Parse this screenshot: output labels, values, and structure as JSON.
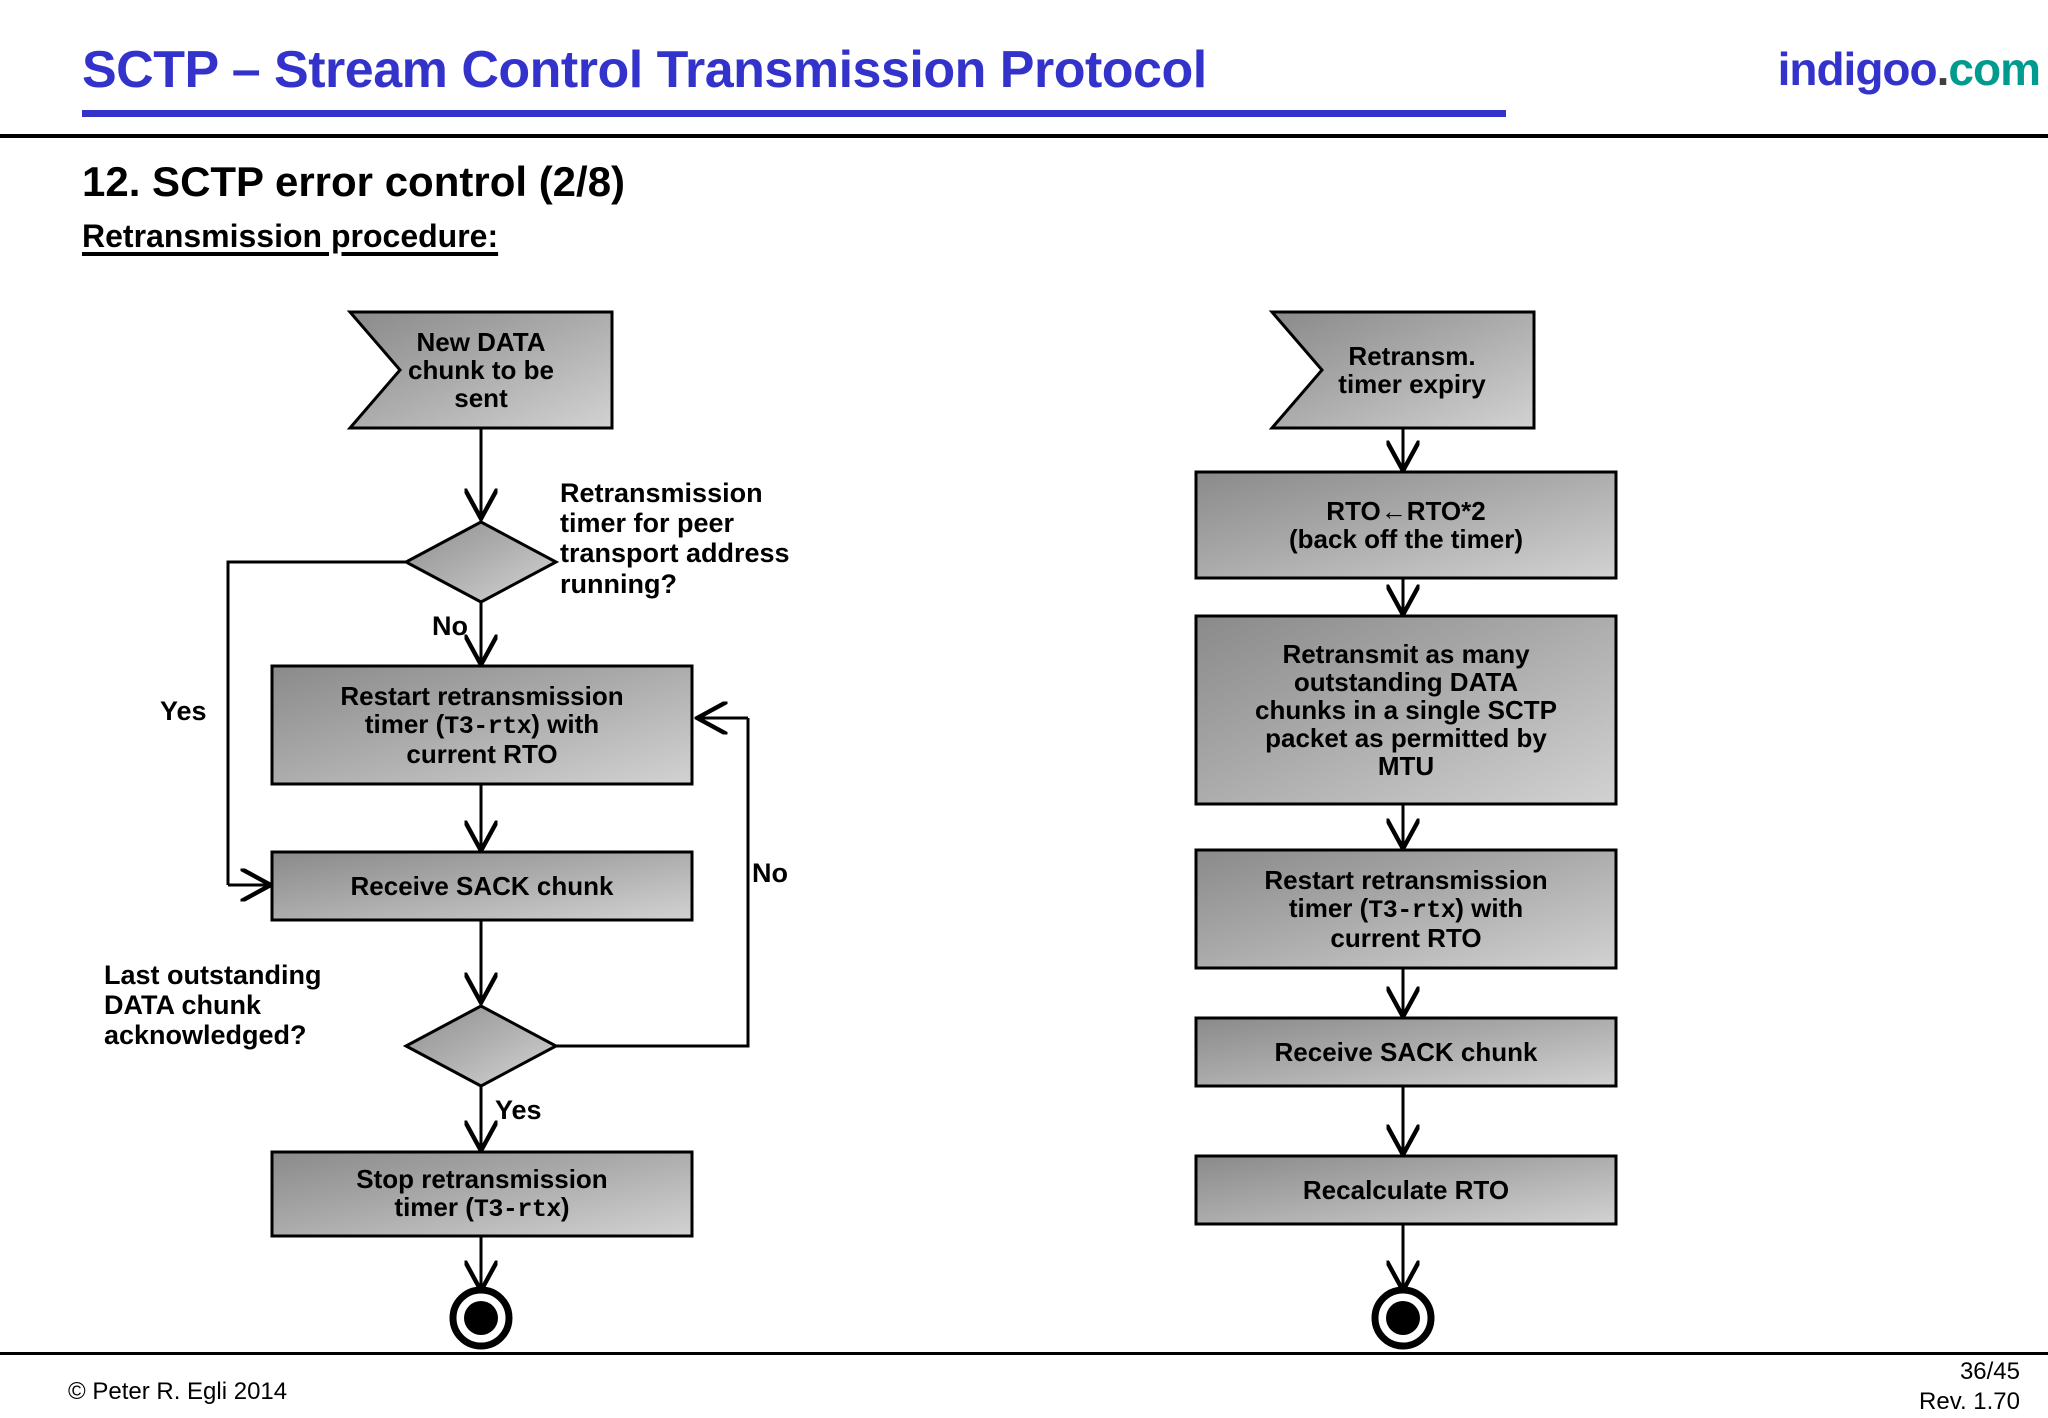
{
  "header": {
    "title": "SCTP – Stream Control Transmission Protocol",
    "brand": {
      "name": "indigoo",
      "dot": ".",
      "tld": "com"
    },
    "title_color": "#3333cc",
    "brand_tld_color": "#009a8f"
  },
  "section": {
    "title": "12. SCTP error control (2/8)",
    "subtitle": "Retransmission procedure:"
  },
  "footer": {
    "copyright": "© Peter R. Egli 2014",
    "page": "36/45",
    "revision": "Rev. 1.70"
  },
  "chart_data": {
    "type": "diagram",
    "title": "Retransmission procedure",
    "flows": [
      {
        "id": "left-flow",
        "name": "new-data-chunk-flow",
        "nodes": [
          {
            "id": "L1",
            "shape": "signal-receipt",
            "text": "New DATA chunk to be sent"
          },
          {
            "id": "L2",
            "shape": "decision",
            "text": "",
            "note": "Retransmission timer for peer transport address running?"
          },
          {
            "id": "L3",
            "shape": "process",
            "text_parts": [
              "Restart retransmission timer (",
              "T3-rtx",
              ") with current RTO"
            ],
            "text": "Restart retransmission timer (T3-rtx) with current RTO"
          },
          {
            "id": "L4",
            "shape": "process",
            "text": "Receive SACK chunk"
          },
          {
            "id": "L5",
            "shape": "decision",
            "text": "",
            "note": "Last outstanding DATA chunk acknowledged?"
          },
          {
            "id": "L6",
            "shape": "process",
            "text_parts": [
              "Stop retransmission timer (",
              "T3-rtx",
              ")"
            ],
            "text": "Stop retransmission timer (T3-rtx)"
          },
          {
            "id": "L7",
            "shape": "end-node",
            "text": ""
          }
        ],
        "edges": [
          {
            "from": "L1",
            "to": "L2",
            "label": ""
          },
          {
            "from": "L2",
            "to": "L3",
            "label": "No"
          },
          {
            "from": "L2",
            "to": "L4",
            "label": "Yes"
          },
          {
            "from": "L3",
            "to": "L4",
            "label": ""
          },
          {
            "from": "L4",
            "to": "L5",
            "label": ""
          },
          {
            "from": "L5",
            "to": "L3",
            "label": "No"
          },
          {
            "from": "L5",
            "to": "L6",
            "label": "Yes"
          },
          {
            "from": "L6",
            "to": "L7",
            "label": ""
          }
        ]
      },
      {
        "id": "right-flow",
        "name": "retransmission-timer-expiry-flow",
        "nodes": [
          {
            "id": "R1",
            "shape": "signal-receipt",
            "text": "Retransm. timer expiry"
          },
          {
            "id": "R2",
            "shape": "process",
            "text": "RTO←RTO*2 (back off the timer)"
          },
          {
            "id": "R3",
            "shape": "process",
            "text": "Retransmit as many outstanding DATA chunks in a single SCTP packet as permitted by MTU"
          },
          {
            "id": "R4",
            "shape": "process",
            "text_parts": [
              "Restart retransmission timer (",
              "T3-rtx",
              ") with current RTO"
            ],
            "text": "Restart retransmission timer (T3-rtx) with current RTO"
          },
          {
            "id": "R5",
            "shape": "process",
            "text": "Receive SACK chunk"
          },
          {
            "id": "R6",
            "shape": "process",
            "text": "Recalculate RTO"
          },
          {
            "id": "R7",
            "shape": "end-node",
            "text": ""
          }
        ],
        "edges": [
          {
            "from": "R1",
            "to": "R2",
            "label": ""
          },
          {
            "from": "R2",
            "to": "R3",
            "label": ""
          },
          {
            "from": "R3",
            "to": "R4",
            "label": ""
          },
          {
            "from": "R4",
            "to": "R5",
            "label": ""
          },
          {
            "from": "R5",
            "to": "R6",
            "label": ""
          },
          {
            "from": "R6",
            "to": "R7",
            "label": ""
          }
        ]
      }
    ]
  },
  "left_flow": {
    "start": {
      "line1": "New DATA",
      "line2": "chunk to be",
      "line3": "sent"
    },
    "decision1_note": {
      "line1": "Retransmission",
      "line2": "timer for peer",
      "line3": "transport address",
      "line4": "running?"
    },
    "decision1_no": "No",
    "decision1_yes": "Yes",
    "restart_timer": {
      "pre": "Restart retransmission",
      "pre2": "timer (",
      "mono": "T3-rtx",
      "post": ") with",
      "line3": "current RTO"
    },
    "receive_sack": "Receive SACK chunk",
    "decision2_note": {
      "line1": "Last outstanding",
      "line2": "DATA chunk",
      "line3": "acknowledged?"
    },
    "decision2_no": "No",
    "decision2_yes": "Yes",
    "stop_timer": {
      "line1": "Stop retransmission",
      "pre2": "timer (",
      "mono": "T3-rtx",
      "post": ")"
    }
  },
  "right_flow": {
    "start": {
      "line1": "Retransm.",
      "line2": "timer expiry"
    },
    "backoff": {
      "line1": "RTO←RTO*2",
      "line2": "(back off the timer)"
    },
    "retransmit": {
      "line1": "Retransmit as many",
      "line2": "outstanding DATA",
      "line3": "chunks in a single SCTP",
      "line4": "packet as permitted by",
      "line5": "MTU"
    },
    "restart_timer": {
      "pre": "Restart retransmission",
      "pre2": "timer (",
      "mono": "T3-rtx",
      "post": ") with",
      "line3": "current RTO"
    },
    "receive_sack": "Receive SACK chunk",
    "recalculate": "Recalculate RTO"
  }
}
